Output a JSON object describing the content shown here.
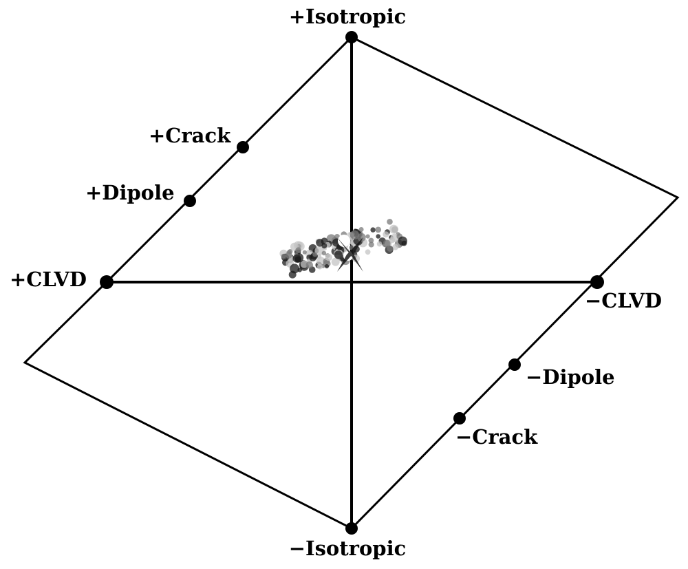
{
  "diagram": {
    "labels": {
      "pos_isotropic": "+Isotropic",
      "neg_isotropic": "−Isotropic",
      "pos_crack": "+Crack",
      "pos_dipole": "+Dipole",
      "pos_clvd": "+CLVD",
      "neg_clvd": "−CLVD",
      "neg_dipole": "−Dipole",
      "neg_crack": "−Crack"
    },
    "colors": {
      "line": "#000000",
      "background": "#ffffff",
      "cluster_dark": "#1a1a1a",
      "cluster_mid": "#7a7a7a",
      "cluster_light": "#c4c4c4"
    }
  }
}
